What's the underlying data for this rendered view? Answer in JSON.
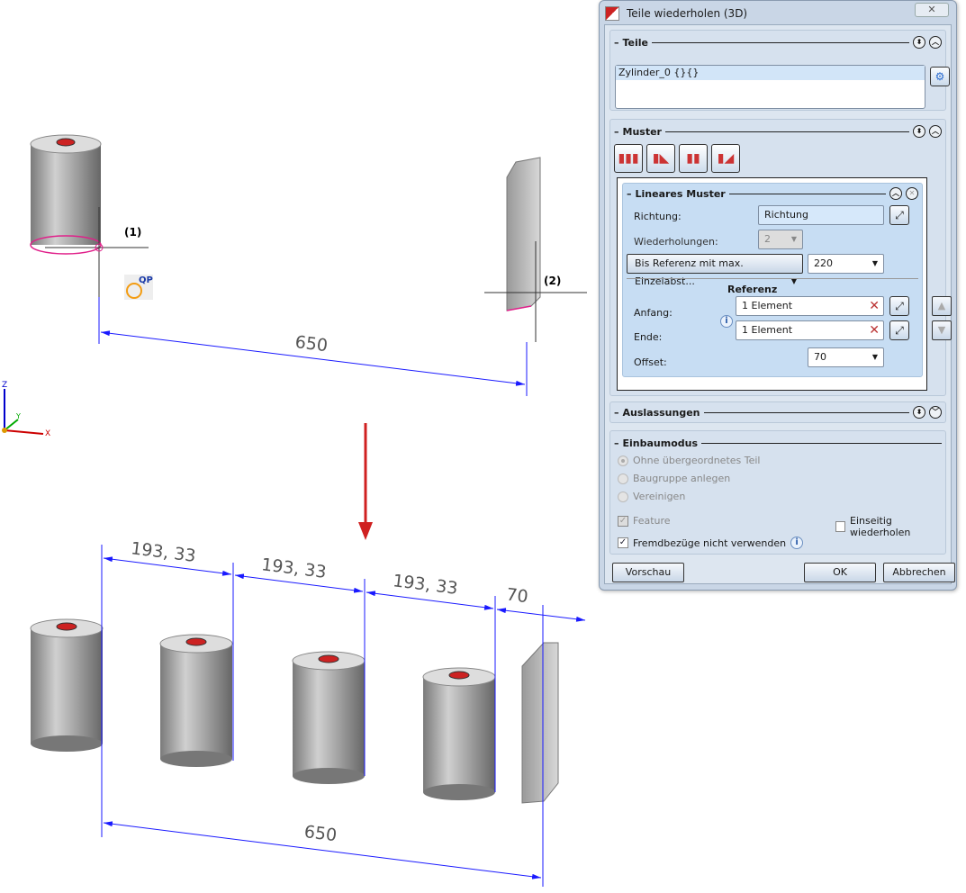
{
  "viewport": {
    "marker1": "(1)",
    "marker2": "(2)",
    "qp_badge": "QP",
    "dim_top": "650",
    "dim_bottom": "650",
    "dims_spacing": [
      "193, 33",
      "193, 33",
      "193, 33"
    ],
    "dim_offset": "70",
    "axes": {
      "z": "Z",
      "y": "Y",
      "x": "X"
    },
    "colors": {
      "dimension": "#1a1aff",
      "arrow": "#d02020",
      "edge": "#e0208a"
    }
  },
  "dialog": {
    "title": "Teile wiederholen (3D)",
    "close": "✕",
    "teile": {
      "header": "Teile",
      "items": [
        "Zylinder_0 {}{}"
      ]
    },
    "muster": {
      "header": "Muster",
      "sub": {
        "header": "Lineares Muster",
        "richtung_label": "Richtung:",
        "richtung_value": "Richtung",
        "wiederholungen_label": "Wiederholungen:",
        "wiederholungen_value": "2",
        "mode_value": "Bis Referenz mit max. Einzelabst...",
        "mode_number": "220",
        "referenz_label": "Referenz",
        "anfang_label": "Anfang:",
        "anfang_value": "1 Element",
        "ende_label": "Ende:",
        "ende_value": "1 Element",
        "offset_label": "Offset:",
        "offset_value": "70"
      }
    },
    "auslassungen": {
      "header": "Auslassungen"
    },
    "einbaumodus": {
      "header": "Einbaumodus",
      "radios": [
        "Ohne übergeordnetes Teil",
        "Baugruppe anlegen",
        "Vereinigen"
      ],
      "feature": "Feature",
      "einseitig": "Einseitig wiederholen",
      "fremd": "Fremdbezüge nicht verwenden"
    },
    "buttons": {
      "preview": "Vorschau",
      "ok": "OK",
      "cancel": "Abbrechen"
    }
  }
}
